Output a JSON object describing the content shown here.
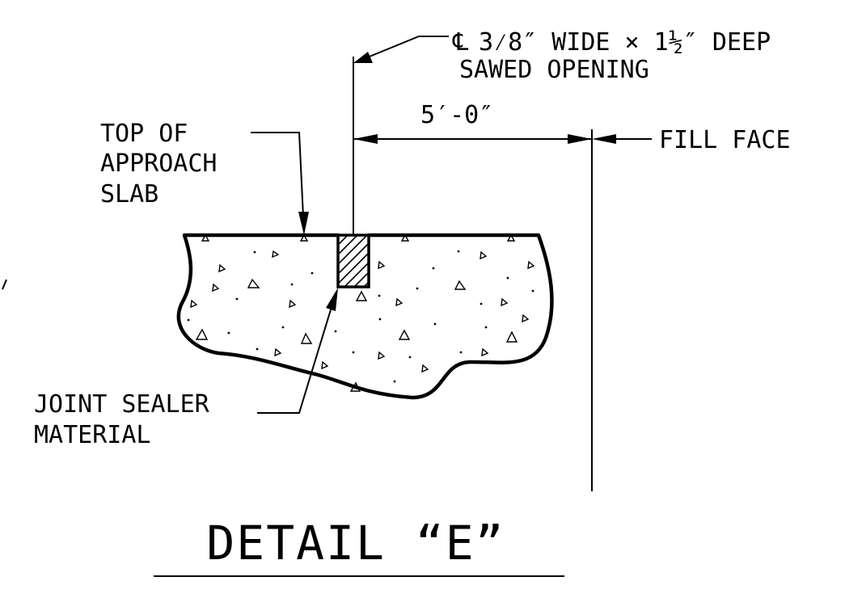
{
  "diagram": {
    "title": "DETAIL “E”",
    "centerline_symbol": "℄",
    "callouts": {
      "sawed_opening_line1": "3⁄8″ WIDE × 1½″ DEEP",
      "sawed_opening_line2": "SAWED OPENING",
      "dimension": "5′-0″",
      "fill_face": "FILL FACE",
      "top_of_slab": [
        "TOP OF",
        "APPROACH",
        "SLAB"
      ],
      "joint_sealer": [
        "JOINT SEALER",
        "MATERIAL"
      ]
    }
  }
}
